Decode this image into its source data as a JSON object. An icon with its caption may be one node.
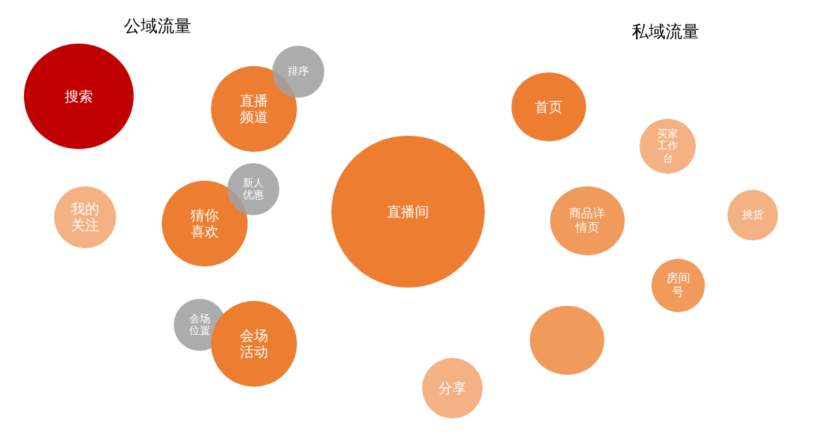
{
  "diagram": {
    "nodes": [
      {
        "text": [
          "搜索"
        ]
      },
      {
        "text": [
          "直播频道"
        ]
      },
      {
        "text": [
          "排序"
        ]
      },
      {
        "text": [
          "首页"
        ]
      },
      {
        "text": [
          "买家工作台"
        ]
      },
      {
        "text": [
          "我的关注"
        ]
      },
      {
        "text": [
          "猜你喜欢"
        ]
      },
      {
        "text": [
          "新人优惠"
        ]
      },
      {
        "text": [
          "直播间"
        ]
      },
      {
        "text": [
          "商品详情页"
        ]
      },
      {
        "text": [
          "挑货"
        ]
      },
      {
        "text": [
          "房间号"
        ]
      },
      {
        "text": [
          "会场位置"
        ]
      },
      {
        "text": [
          "会场活动"
        ]
      },
      {
        "text": [],
        "shape": "circle"
      },
      {
        "text": [
          "分享"
        ]
      }
    ],
    "labels": [
      "公域流量",
      "私域流量"
    ]
  }
}
